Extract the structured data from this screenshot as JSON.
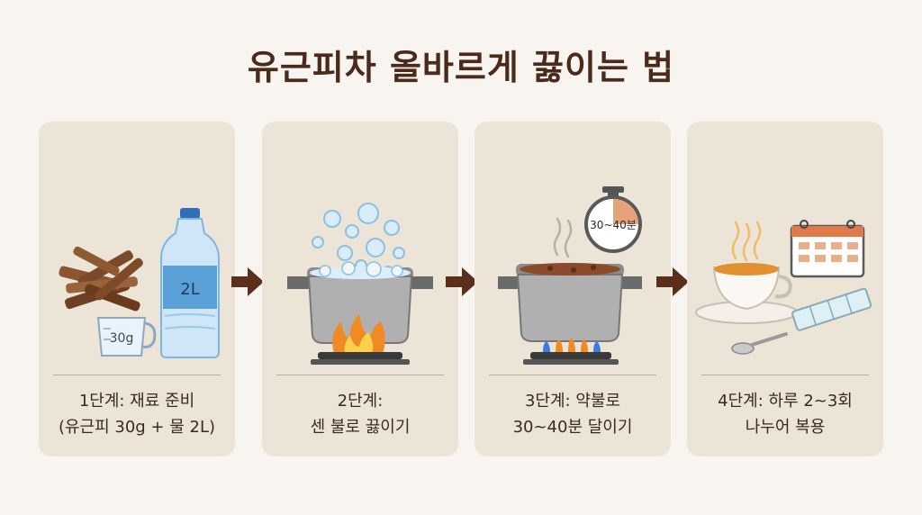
{
  "title": "유근피차 올바르게 끓이는 법",
  "steps": [
    {
      "line1": "1단계: 재료 준비",
      "line2": "(유근피 30g + 물 2L)",
      "cup_label": "30g",
      "bottle_label": "2L",
      "icons": [
        "bark-pile-icon",
        "measuring-cup-icon",
        "water-bottle-icon"
      ]
    },
    {
      "line1": "2단계:",
      "line2": "센 불로 끓이기",
      "icons": [
        "boiling-pot-icon",
        "strong-flame-icon",
        "bubbles-icon"
      ]
    },
    {
      "line1": "3단계: 약불로",
      "line2": "30~40분 달이기",
      "timer_label": "30~40분",
      "icons": [
        "simmering-pot-icon",
        "low-flame-icon",
        "stopwatch-icon"
      ]
    },
    {
      "line1": "4단계: 하루 2~3회",
      "line2": "나누어 복용",
      "icons": [
        "tea-cup-icon",
        "calendar-icon",
        "pill-organizer-icon",
        "spoon-icon"
      ]
    }
  ],
  "colors": {
    "background": "#f8f5f0",
    "card": "#ede4d8",
    "title": "#4a2a1a",
    "arrow": "#5b2f1c",
    "bark": "#7a4a2a",
    "water": "#7fb6e0",
    "pot": "#a9a9a9",
    "flame": "#f08a24",
    "tea": "#e0902e"
  }
}
